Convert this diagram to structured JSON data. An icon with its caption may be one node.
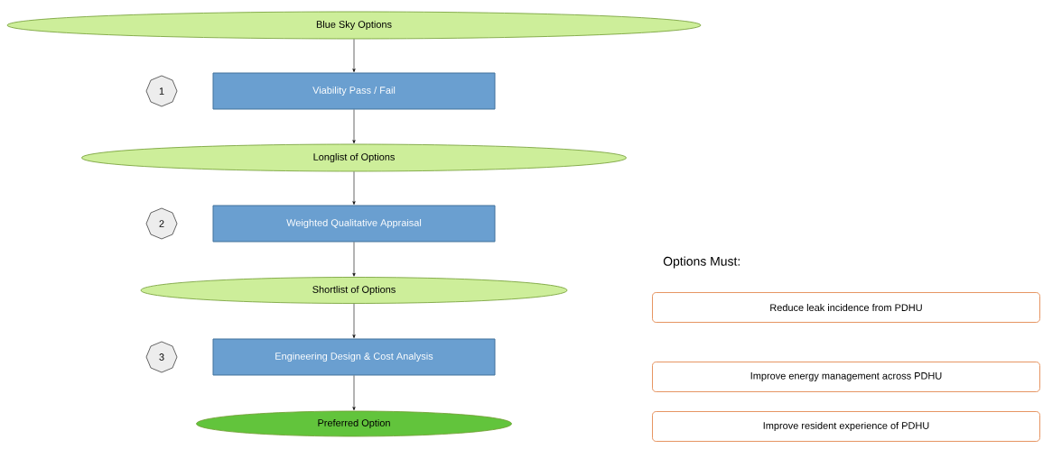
{
  "diagram": {
    "nodes": [
      {
        "text": [
          "Blue Sky Options"
        ]
      },
      {
        "text": [
          "1"
        ]
      },
      {
        "text": [
          "Viability Pass / Fail"
        ]
      },
      {
        "text": [
          "Longlist of Options"
        ]
      },
      {
        "text": [
          "2"
        ]
      },
      {
        "text": [
          "Weighted Qualitative Appraisal"
        ]
      },
      {
        "text": [
          "Shortlist of Options"
        ]
      },
      {
        "text": [
          "3"
        ]
      },
      {
        "text": [
          "Engineering Design & Cost Analysis"
        ]
      },
      {
        "text": [
          "Preferred Option"
        ]
      },
      {
        "text": [
          "Reduce leak incidence from PDHU"
        ]
      },
      {
        "text": [
          "Improve energy management across PDHU"
        ]
      },
      {
        "text": [
          "Improve resident experience of PDHU"
        ]
      }
    ],
    "edges": [
      {
        "from": 0,
        "to": 2,
        "arrow": "to"
      },
      {
        "from": 2,
        "to": 3,
        "arrow": "to"
      },
      {
        "from": 3,
        "to": 5,
        "arrow": "to"
      },
      {
        "from": 5,
        "to": 6,
        "arrow": "to"
      },
      {
        "from": 6,
        "to": 8,
        "arrow": "to"
      },
      {
        "from": 8,
        "to": 9,
        "arrow": "to"
      }
    ],
    "labels": [
      "Options Must:"
    ]
  }
}
